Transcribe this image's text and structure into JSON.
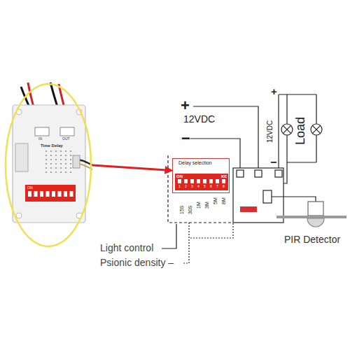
{
  "diagram": {
    "nodes": [
      {
        "text": [
          "Time Delay"
        ]
      },
      {
        "text": [
          "Delay selection"
        ]
      }
    ],
    "edges": [
      {
        "from": 0,
        "to": 1,
        "arrow": "to"
      }
    ],
    "labels": [
      "+",
      "12VDC",
      "−",
      "ON",
      "KE",
      "1",
      "2",
      "3",
      "4",
      "5",
      "6",
      "7",
      "8",
      "15S",
      "30S",
      "1M",
      "3M",
      "5M",
      "8M",
      "+",
      "12VDC",
      "−",
      "Load",
      "PIR Detector",
      "Light control",
      "Psionic density –",
      "IN",
      "OUT",
      "ON"
    ]
  }
}
